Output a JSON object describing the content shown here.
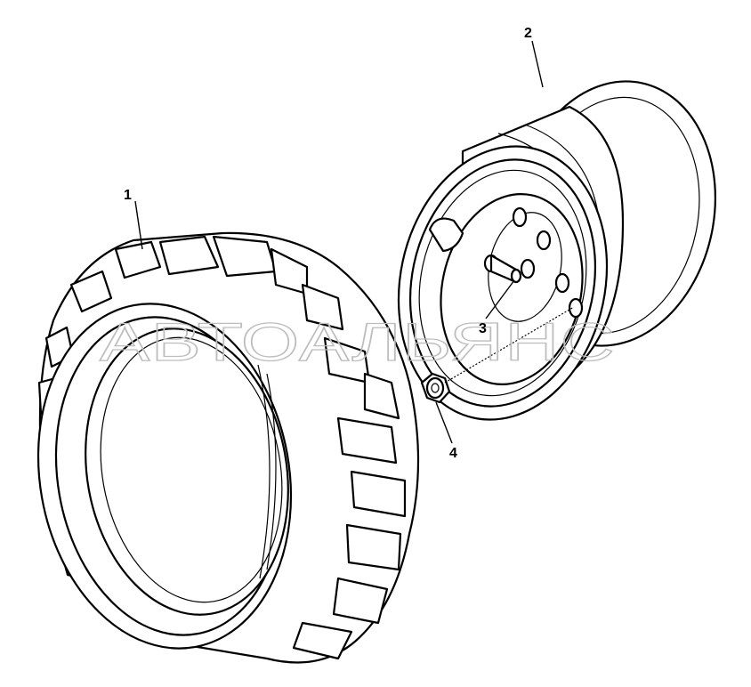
{
  "diagram": {
    "callouts": [
      {
        "id": "1",
        "label": "1",
        "part": "tire"
      },
      {
        "id": "2",
        "label": "2",
        "part": "rim"
      },
      {
        "id": "3",
        "label": "3",
        "part": "wheel-stud"
      },
      {
        "id": "4",
        "label": "4",
        "part": "wheel-nut"
      }
    ],
    "watermark": "АВТОАЛЬЯНС"
  },
  "colors": {
    "line": "#000000",
    "background": "#ffffff",
    "watermark": "#bdbdbd"
  }
}
